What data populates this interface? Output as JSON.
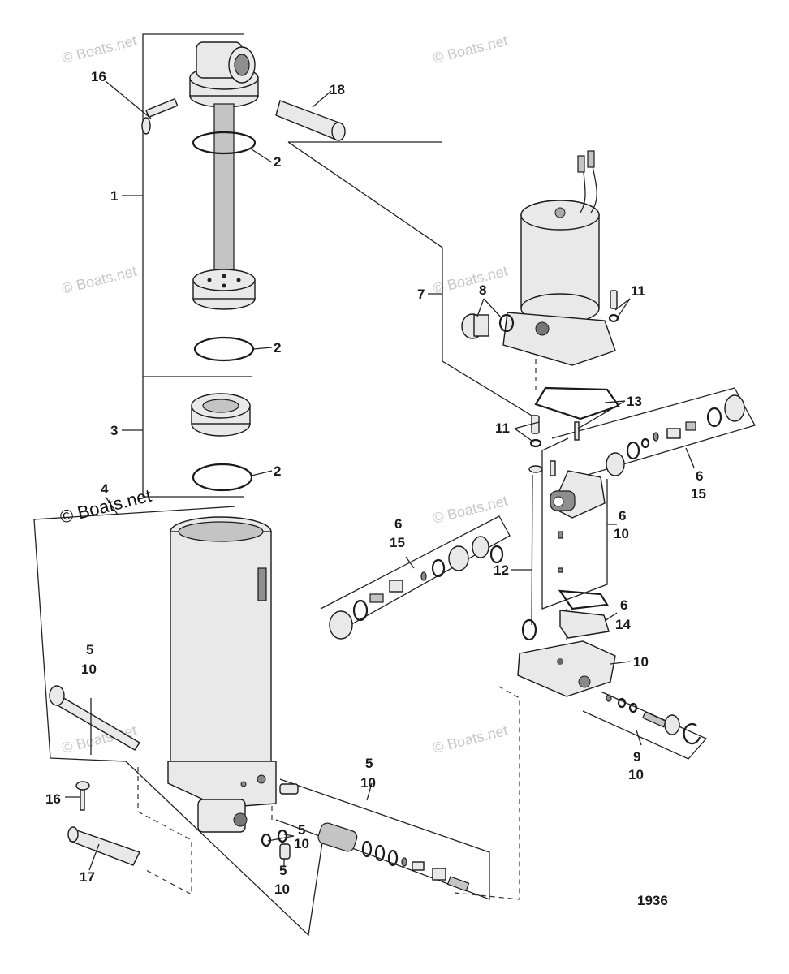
{
  "watermarks": {
    "faint": "© Boats.net",
    "main": "© Boats.net"
  },
  "figure_number": "1936",
  "callouts": {
    "c16a": "16",
    "c18": "18",
    "c2a": "2",
    "c1": "1",
    "c2b": "2",
    "c3": "3",
    "c2c": "2",
    "c4": "4",
    "c5a_top": "5",
    "c5a_bot": "10",
    "c16b": "16",
    "c17": "17",
    "c5b_top": "5",
    "c5b_bot": "10",
    "c5c_top": "5",
    "c5c_bot": "10",
    "c5d_top": "5",
    "c5d_bot": "10",
    "c7": "7",
    "c8": "8",
    "c11a": "11",
    "c13": "13",
    "c11b": "11",
    "c6a_top": "6",
    "c6a_bot": "15",
    "c6b_top": "6",
    "c6b_bot": "10",
    "c6c_top": "6",
    "c6c_bot": "15",
    "c12": "12",
    "c6d_top": "6",
    "c6d_bot": "14",
    "c10": "10",
    "c9_top": "9",
    "c9_bot": "10"
  }
}
